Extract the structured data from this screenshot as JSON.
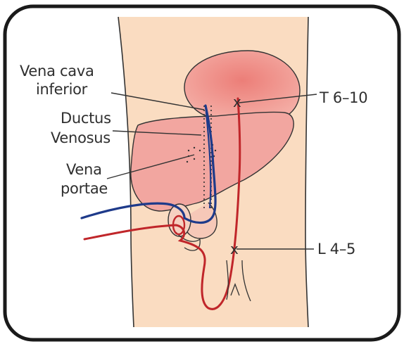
{
  "labels": {
    "vena_cava_line1": "Vena cava",
    "vena_cava_line2": "inferior",
    "ductus_line1": "Ductus",
    "ductus_line2": "Venosus",
    "portae_line1": "Vena",
    "portae_line2": "portae",
    "t_level": "T 6–10",
    "l_level": "L 4–5"
  },
  "markers": {
    "cross": "x"
  },
  "colors": {
    "frame": "#1a1a1a",
    "skin": "#fadcc1",
    "organ": "#f2a6a0",
    "heart_core": "#ee8a82",
    "outline": "#333333",
    "vein_blue": "#1e3a8a",
    "vein_red": "#c0262a",
    "text": "#2f2f2f"
  }
}
